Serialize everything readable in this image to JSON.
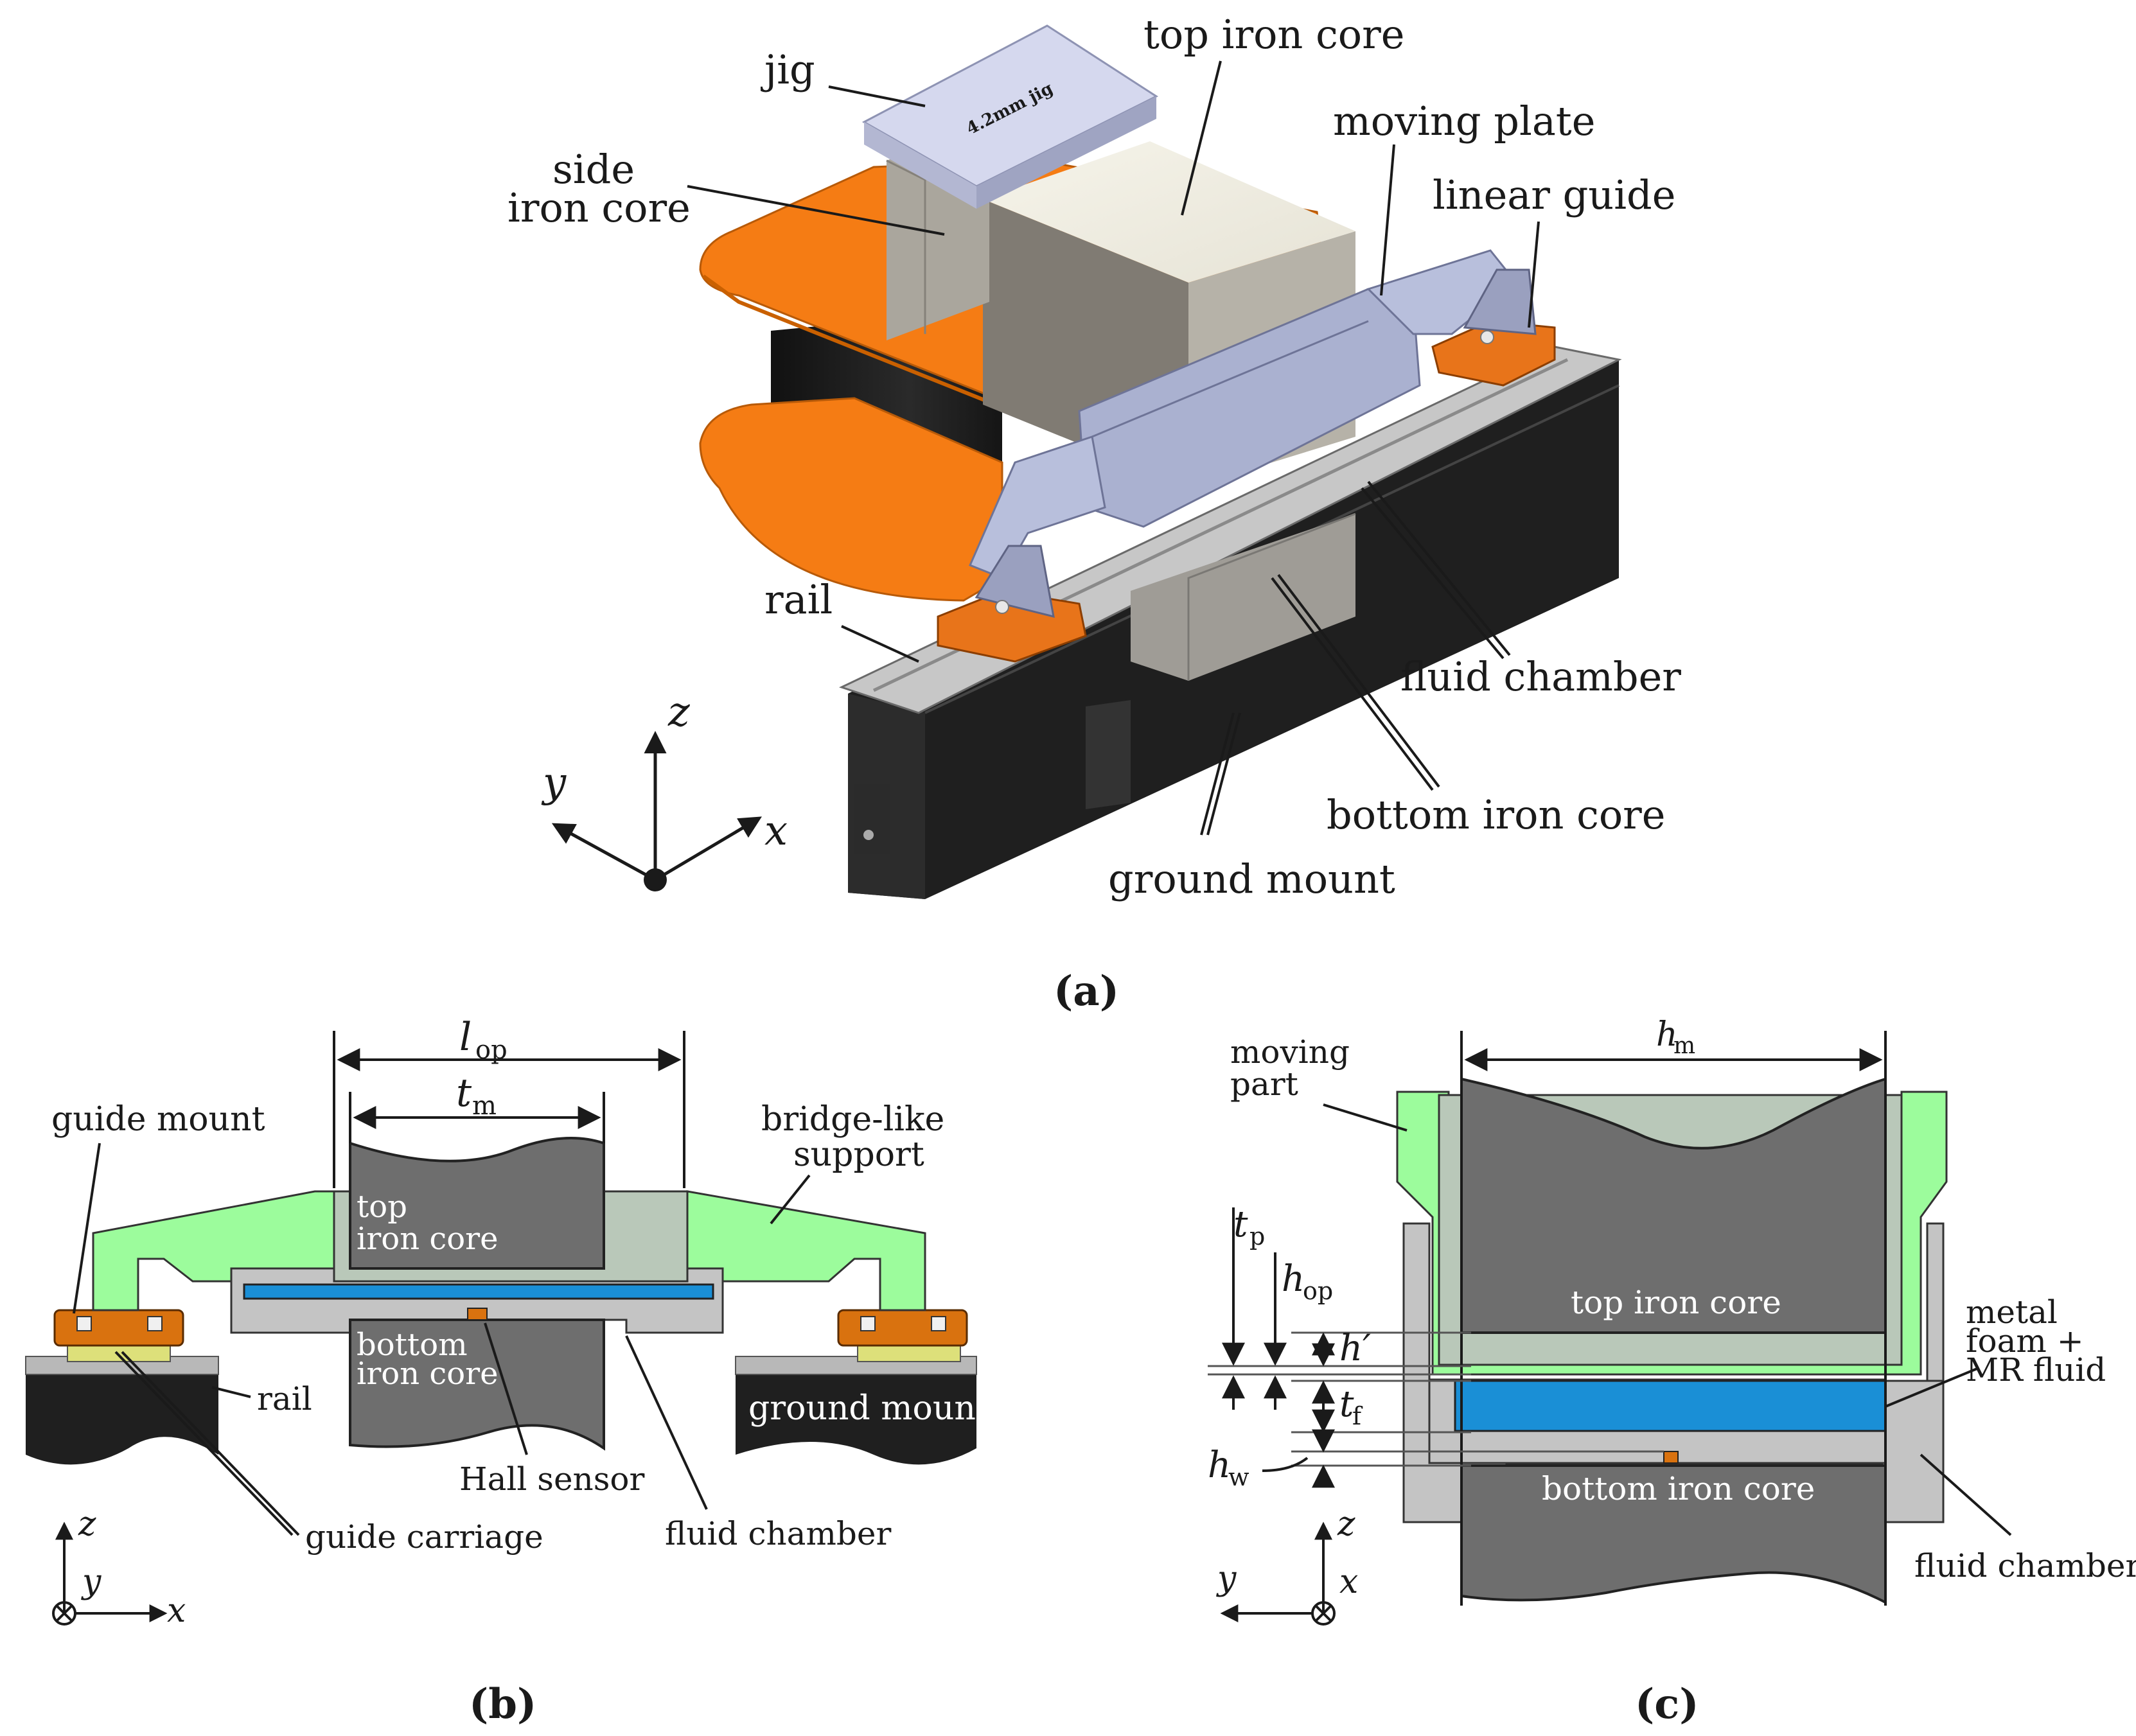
{
  "panel_a": {
    "caption": "(a)",
    "jig_engraving": "4.2mm jig",
    "labels": {
      "jig": "jig",
      "top_iron_core": "top iron core",
      "side_iron_core_1": "side",
      "side_iron_core_2": "iron core",
      "moving_plate": "moving plate",
      "linear_guide": "linear guide",
      "rail": "rail",
      "fluid_chamber": "fluid chamber",
      "bottom_iron_core": "bottom iron core",
      "ground_mount": "ground mount"
    },
    "axes": {
      "z": "z",
      "y": "y",
      "x": "x"
    }
  },
  "panel_b": {
    "caption": "(b)",
    "dims": {
      "l_op": "l",
      "l_op_sub": "op",
      "t_m": "t",
      "t_m_sub": "m"
    },
    "labels": {
      "guide_mount": "guide mount",
      "bridge_support_1": "bridge-like",
      "bridge_support_2": "support",
      "top_core_1": "top",
      "top_core_2": "iron core",
      "bottom_core_1": "bottom",
      "bottom_core_2": "iron core",
      "rail": "rail",
      "ground_mount": "ground mount",
      "hall_sensor": "Hall sensor",
      "guide_carriage": "guide carriage",
      "fluid_chamber": "fluid chamber"
    },
    "axes": {
      "z": "z",
      "y": "y",
      "x": "x"
    }
  },
  "panel_c": {
    "caption": "(c)",
    "dims": {
      "h_m": "h",
      "h_m_sub": "m",
      "t_p": "t",
      "t_p_sub": "p",
      "h_op": "h",
      "h_op_sub": "op",
      "h_prime": "h′",
      "t_f": "t",
      "t_f_sub": "f",
      "h_w": "h",
      "h_w_sub": "w"
    },
    "labels": {
      "moving_part_1": "moving",
      "moving_part_2": "part",
      "top_iron_core": "top iron core",
      "bottom_iron_core": "bottom iron core",
      "metal_foam_1": "metal",
      "metal_foam_2": "foam +",
      "metal_foam_3": "MR fluid",
      "fluid_chamber": "fluid chamber"
    },
    "axes": {
      "z": "z",
      "y": "y",
      "x": "x"
    }
  },
  "colors": {
    "orange": "#f57c14",
    "iron_dark": "#6e6e6e",
    "green": "#9cfc9c",
    "blue": "#1a8fd6",
    "chamber_gray": "#c4c4c4",
    "steel_blue": "#a9b0cf",
    "black_mount": "#1f1f1f"
  }
}
